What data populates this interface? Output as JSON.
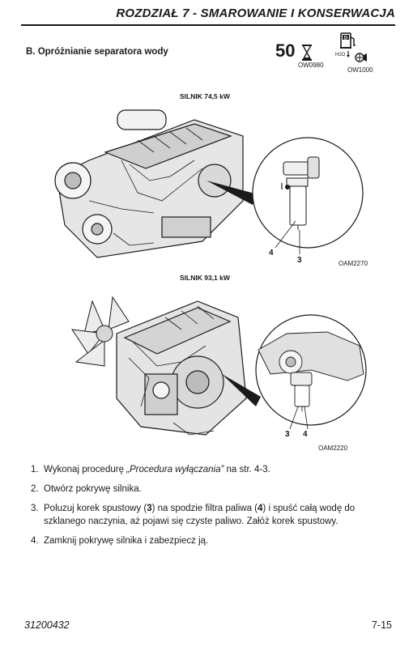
{
  "header": {
    "chapter_title": "ROZDZIAŁ 7 - SMAROWANIE I KONSERWACJA"
  },
  "section": {
    "title": "B. Opróżnianie separatora wody"
  },
  "interval": {
    "hours": "50",
    "hours_code": "OW0980",
    "fuel_code": "OW1000",
    "h2o_label": "H2O"
  },
  "figure1": {
    "label": "SILNIK 74,5 kW",
    "callout_a": "4",
    "callout_b": "3",
    "code": "OAM2270"
  },
  "figure2": {
    "label": "SILNIK 93,1 kW",
    "callout_a": "3",
    "callout_b": "4",
    "code": "OAM2220"
  },
  "steps": [
    {
      "num": "1.",
      "before": "Wykonaj procedurę ",
      "emph": "„Procedura wyłączania”",
      "after": " na str. 4-3."
    },
    {
      "num": "2.",
      "text": "Otwórz pokrywę silnika."
    },
    {
      "num": "3.",
      "t1": "Poluzuj korek spustowy (",
      "b1": "3",
      "t2": ") na spodzie filtra paliwa (",
      "b2": "4",
      "t3": ") i spuść całą wodę do szklanego naczynia, aż pojawi się czyste paliwo. Załóż korek spustowy."
    },
    {
      "num": "4.",
      "text": "Zamknij pokrywę silnika i zabezpiecz ją."
    }
  ],
  "footer": {
    "doc_number": "31200432",
    "page_number": "7-15"
  }
}
